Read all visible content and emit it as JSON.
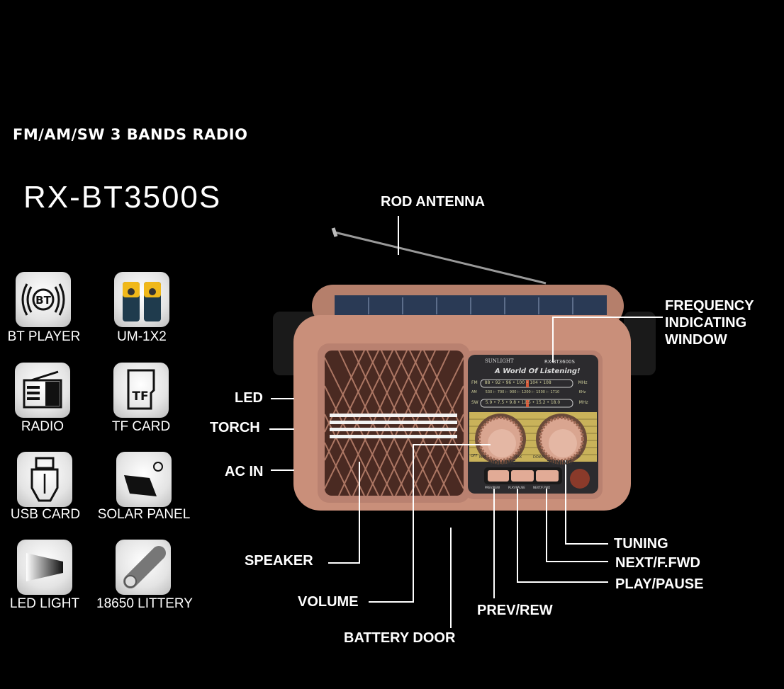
{
  "header": {
    "title": "FM/AM/SW 3 BANDS RADIO",
    "model": "RX-BT3500S"
  },
  "features": [
    {
      "label": "BT  PLAYER",
      "icon": "bluetooth-icon",
      "glyph": "BT"
    },
    {
      "label": "UM-1X2",
      "icon": "battery-icon"
    },
    {
      "label": "RADIO",
      "icon": "radio-icon"
    },
    {
      "label": "TF CARD",
      "icon": "tf-card-icon",
      "glyph": "TF"
    },
    {
      "label": "USB CARD",
      "icon": "usb-icon"
    },
    {
      "label": "SOLAR PANEL",
      "icon": "solar-panel-icon"
    },
    {
      "label": "LED LIGHT",
      "icon": "led-light-icon"
    },
    {
      "label": "18650 LITTERY",
      "icon": "lithium-battery-icon"
    }
  ],
  "callouts": {
    "rod_antenna": "ROD ANTENNA",
    "frequency_window": [
      "FREQUENCY",
      "INDICATING",
      "WINDOW"
    ],
    "led": "LED",
    "torch": "TORCH",
    "ac_in": "AC IN",
    "speaker": "SPEAKER",
    "volume": "VOLUME",
    "battery_door": "BATTERY DOOR",
    "prev_rew": "PREV/REW",
    "play_pause": "PLAY/PAUSE",
    "next_ffwd": "NEXT/F.FWD",
    "tuning": "TUNING"
  },
  "dial": {
    "brand": "SUNLIGHT",
    "model": "RX-BT3600S",
    "slogan": "A World Of Listening!",
    "fm": {
      "band": "FM",
      "scale": "88 • 92 • 96 • 100 • 104 • 108",
      "unit": "MHz"
    },
    "am": {
      "band": "AM",
      "scale": "530 ⊢ 700 ⊢ 900 ⊢ 1200 ⊢ 1500 ⊢ 1710",
      "unit": "KHz"
    },
    "sw": {
      "band": "SW",
      "scale": "5.9 • 7.5 • 9.8 • 12.5 • 15.2 • 18.0",
      "unit": "MHz"
    },
    "knob_labels": {
      "volume": "VOLUME",
      "tuning": "TUNING",
      "min": "MIN",
      "max": "MAX",
      "down": "DOWN",
      "up": "UP",
      "off": "OFF"
    },
    "buttons": [
      "PREV/REW",
      "PLAY/PAUSE",
      "NEXT/F.FWD"
    ]
  },
  "colors": {
    "body": "#c98f7a",
    "window": "#2c2b2e",
    "gold": "#c9b25a"
  }
}
